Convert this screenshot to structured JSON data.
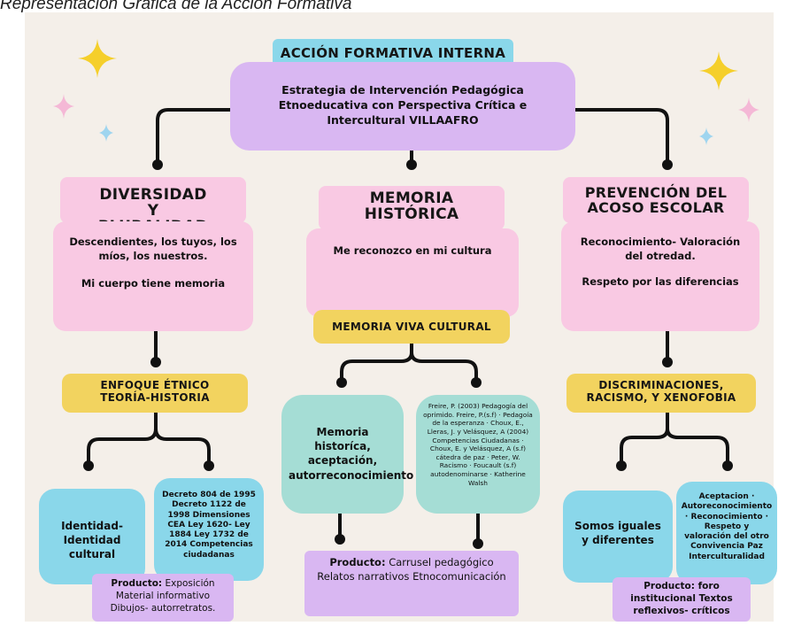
{
  "caption": "Representación Gráfica de la Acción Formativa",
  "top": {
    "title": "ACCIÓN FORMATIVA  INTERNA",
    "description": "Estrategia de Intervención Pedagógica Etnoeducativa con Perspectiva Crítica e Intercultural VILLAAFRO"
  },
  "left": {
    "title": "DIVERSIDAD Y PLURALIDAD",
    "text1": "Descendientes, los tuyos, los míos, los nuestros.",
    "text2": "Mi cuerpo tiene memoria",
    "subtitle": "ENFOQUE ÉTNICO TEORÍA-HISTORIA",
    "card_a": "Identidad-Identidad cultural",
    "card_b": "Decreto 804 de 1995 Decreto 1122 de 1998 Dimensiones CEA Ley 1620- Ley 1884 Ley 1732 de 2014 Competencias ciudadanas",
    "product_label": "Producto:",
    "product_text": "Exposición Material informativo Dibujos- autorretratos."
  },
  "center": {
    "title": "MEMORIA HISTÓRICA",
    "text1": "Me reconozco en mi cultura",
    "subtitle": "MEMORIA VIVA CULTURAL",
    "card_a": "Memoria historíca, aceptación, autorreconocimiento",
    "card_b": "Freire, P. (2003) Pedagogía del oprimido. Freire, P.(s.f) · Pedagoía de la esperanza · Choux, E., Lleras, J. y Velásquez, A (2004) Competencias Ciudadanas · Choux, E. y Velásquez, A (s.f) cátedra de paz · Peter, W. Racismo · Foucault (s.f) autodenominarse · Katherine Walsh",
    "product_label": "Producto:",
    "product_text": "Carrusel pedagógico Relatos narrativos Etnocomunicación"
  },
  "right": {
    "title": "PREVENCIÓN DEL ACOSO ESCOLAR",
    "text1": "Reconocimiento- Valoración del otredad.",
    "text2": "Respeto por las diferencias",
    "subtitle": "DISCRIMINACIONES, RACISMO,  Y XENOFOBIA",
    "card_a": "Somos iguales y diferentes",
    "card_b": "Aceptacion · Autoreconocimiento · Reconocimiento · Respeto y valoración del otro Convivencia Paz Interculturalidad",
    "product_label": "Producto:",
    "product_text": "foro institucional Textos reflexivos- críticos"
  },
  "colors": {
    "background": "#f4efe9",
    "pink": "#f9c9e3",
    "lavender": "#d9b7f2",
    "cyan": "#8ad7ea",
    "mint": "#a5ddd5",
    "yellow": "#f2d35f",
    "connector": "#111111"
  }
}
